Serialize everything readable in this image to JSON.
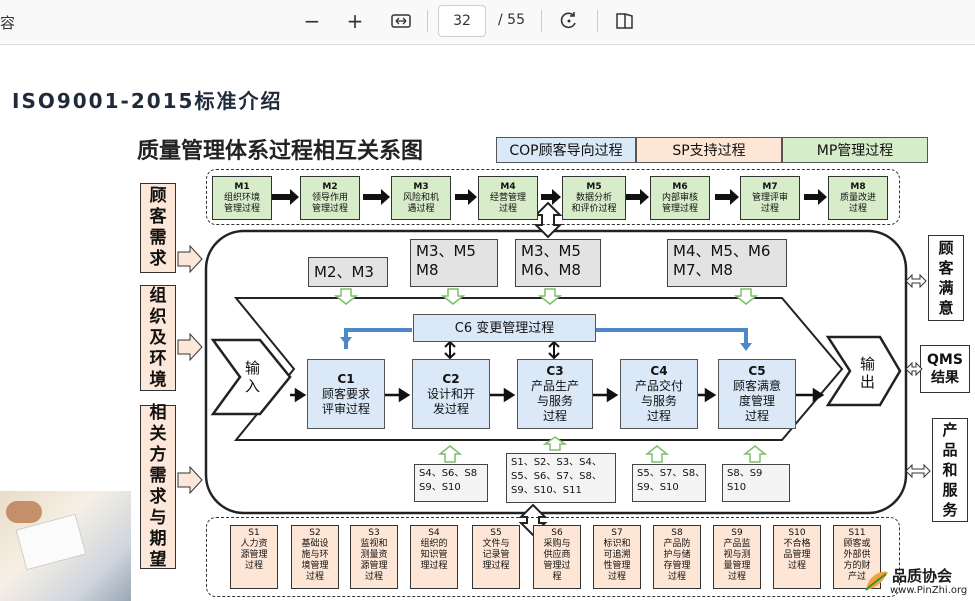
{
  "toolbar": {
    "left_text": "容",
    "zoom_out": "−",
    "zoom_in": "+",
    "page_current": "32",
    "page_total": "/ 55"
  },
  "slide": {
    "title": "ISO9001-2015标准介绍",
    "diagram_title": "质量管理体系过程相互关系图",
    "legend": [
      "COP顾客导向过程",
      "SP支持过程",
      "MP管理过程"
    ],
    "inputs": [
      "顾\n客\n需\n求",
      "组\n织\n及\n环\n境",
      "相\n关\n方\n需\n求\n与\n期\n望"
    ],
    "outputs": [
      "顾\n客\n满\n意",
      "QMS\n结果",
      "产\n品\n和\n服\n务"
    ],
    "m_processes": [
      {
        "code": "M1",
        "name": "组织环境\n管理过程"
      },
      {
        "code": "M2",
        "name": "领导作用\n管理过程"
      },
      {
        "code": "M3",
        "name": "风险和机\n遇过程"
      },
      {
        "code": "M4",
        "name": "经营管理\n过程"
      },
      {
        "code": "M5",
        "name": "数据分析\n和评价过程"
      },
      {
        "code": "M6",
        "name": "内部审核\n管理过程"
      },
      {
        "code": "M7",
        "name": "管理评审\n过程"
      },
      {
        "code": "M8",
        "name": "质量改进\n过程"
      }
    ],
    "m_refs": [
      "M2、M3",
      "M3、M5\nM8",
      "M3、M5\nM6、M8",
      "M4、M5、M6\nM7、M8"
    ],
    "change_process": "C6 变更管理过程",
    "input_label": "输\n入",
    "output_label": "输\n出",
    "c_processes": [
      {
        "code": "C1",
        "name": "顾客要求\n评审过程"
      },
      {
        "code": "C2",
        "name": "设计和开\n发过程"
      },
      {
        "code": "C3",
        "name": "产品生产\n与服务\n过程"
      },
      {
        "code": "C4",
        "name": "产品交付\n与服务\n过程"
      },
      {
        "code": "C5",
        "name": "顾客满意\n度管理\n过程"
      }
    ],
    "s_refs": [
      "S4、S6、S8\nS9、S10",
      "S1、S2、S3、S4、\nS5、S6、S7、S8、\nS9、S10、S11",
      "S5、S7、S8、\nS9、S10",
      "S8、S9\nS10"
    ],
    "s_processes": [
      {
        "code": "S1",
        "name": "人力资\n源管理\n过程"
      },
      {
        "code": "S2",
        "name": "基础设\n施与环\n境管理\n过程"
      },
      {
        "code": "S3",
        "name": "监视和\n测量资\n源管理\n过程"
      },
      {
        "code": "S4",
        "name": "组织的\n知识管\n理过程"
      },
      {
        "code": "S5",
        "name": "文件与\n记录管\n理过程"
      },
      {
        "code": "S6",
        "name": "采购与\n供应商\n管理过\n程"
      },
      {
        "code": "S7",
        "name": "标识和\n可追溯\n性管理\n过程"
      },
      {
        "code": "S8",
        "name": "产品防\n护与储\n存管理\n过程"
      },
      {
        "code": "S9",
        "name": "产品监\n视与测\n量管理\n过程"
      },
      {
        "code": "S10",
        "name": "不合格\n品管理\n过程"
      },
      {
        "code": "S11",
        "name": "顾客或\n外部供\n方的财\n产过"
      }
    ],
    "watermark": {
      "name": "品质协会",
      "url": "www.PinZhi.org"
    },
    "colors": {
      "mp": "#d7ecc9",
      "sp": "#fde6d6",
      "cop": "#dae8f7",
      "accent_arrow": "#4f88c6"
    }
  }
}
